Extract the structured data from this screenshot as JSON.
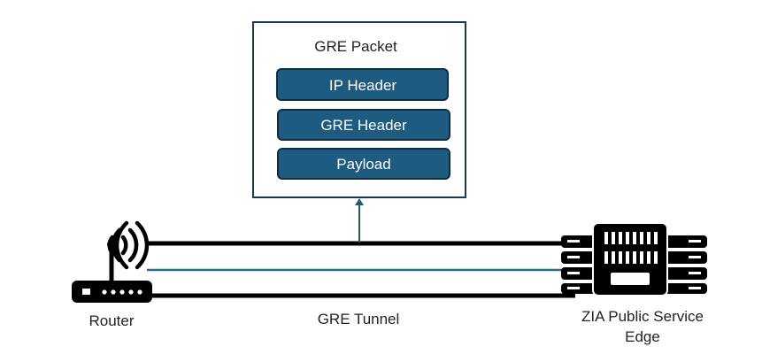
{
  "diagram": {
    "packet": {
      "title": "GRE Packet",
      "fields": [
        "IP Header",
        "GRE Header",
        "Payload"
      ]
    },
    "router_label": "Router",
    "tunnel_label": "GRE Tunnel",
    "edge_label_line1": "ZIA Public Service",
    "edge_label_line2": "Edge"
  },
  "colors": {
    "field_fill": "#1d5c80",
    "field_border": "#0d2d44",
    "box_border": "#1a3a52",
    "tunnel_inner": "#2a6b8a",
    "arrow": "#1f5a75",
    "pipe": "#000000"
  },
  "icons": {
    "router": "wifi-router-icon",
    "edge": "server-cluster-icon"
  }
}
